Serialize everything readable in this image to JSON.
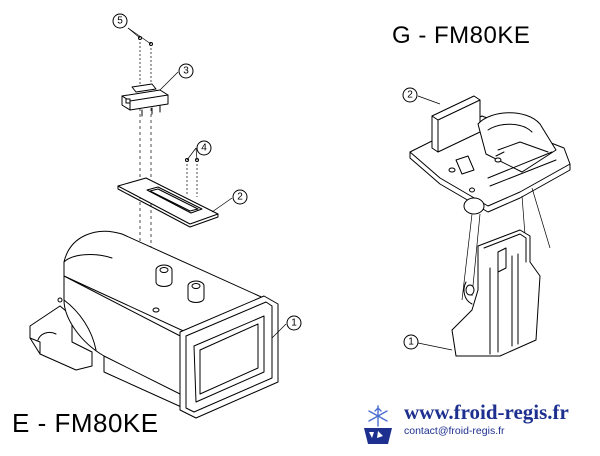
{
  "titles": {
    "top_right": "G - FM80KE",
    "bottom_left": "E - FM80KE"
  },
  "branding": {
    "site": "www.froid-regis.fr",
    "email": "contact@froid-regis.fr",
    "logo_icon": "snowflake-logo-icon",
    "text_color": "#1d2f8f"
  },
  "callouts_e": [
    "5",
    "3",
    "4",
    "2",
    "1"
  ],
  "callouts_g": [
    "2",
    "1"
  ]
}
